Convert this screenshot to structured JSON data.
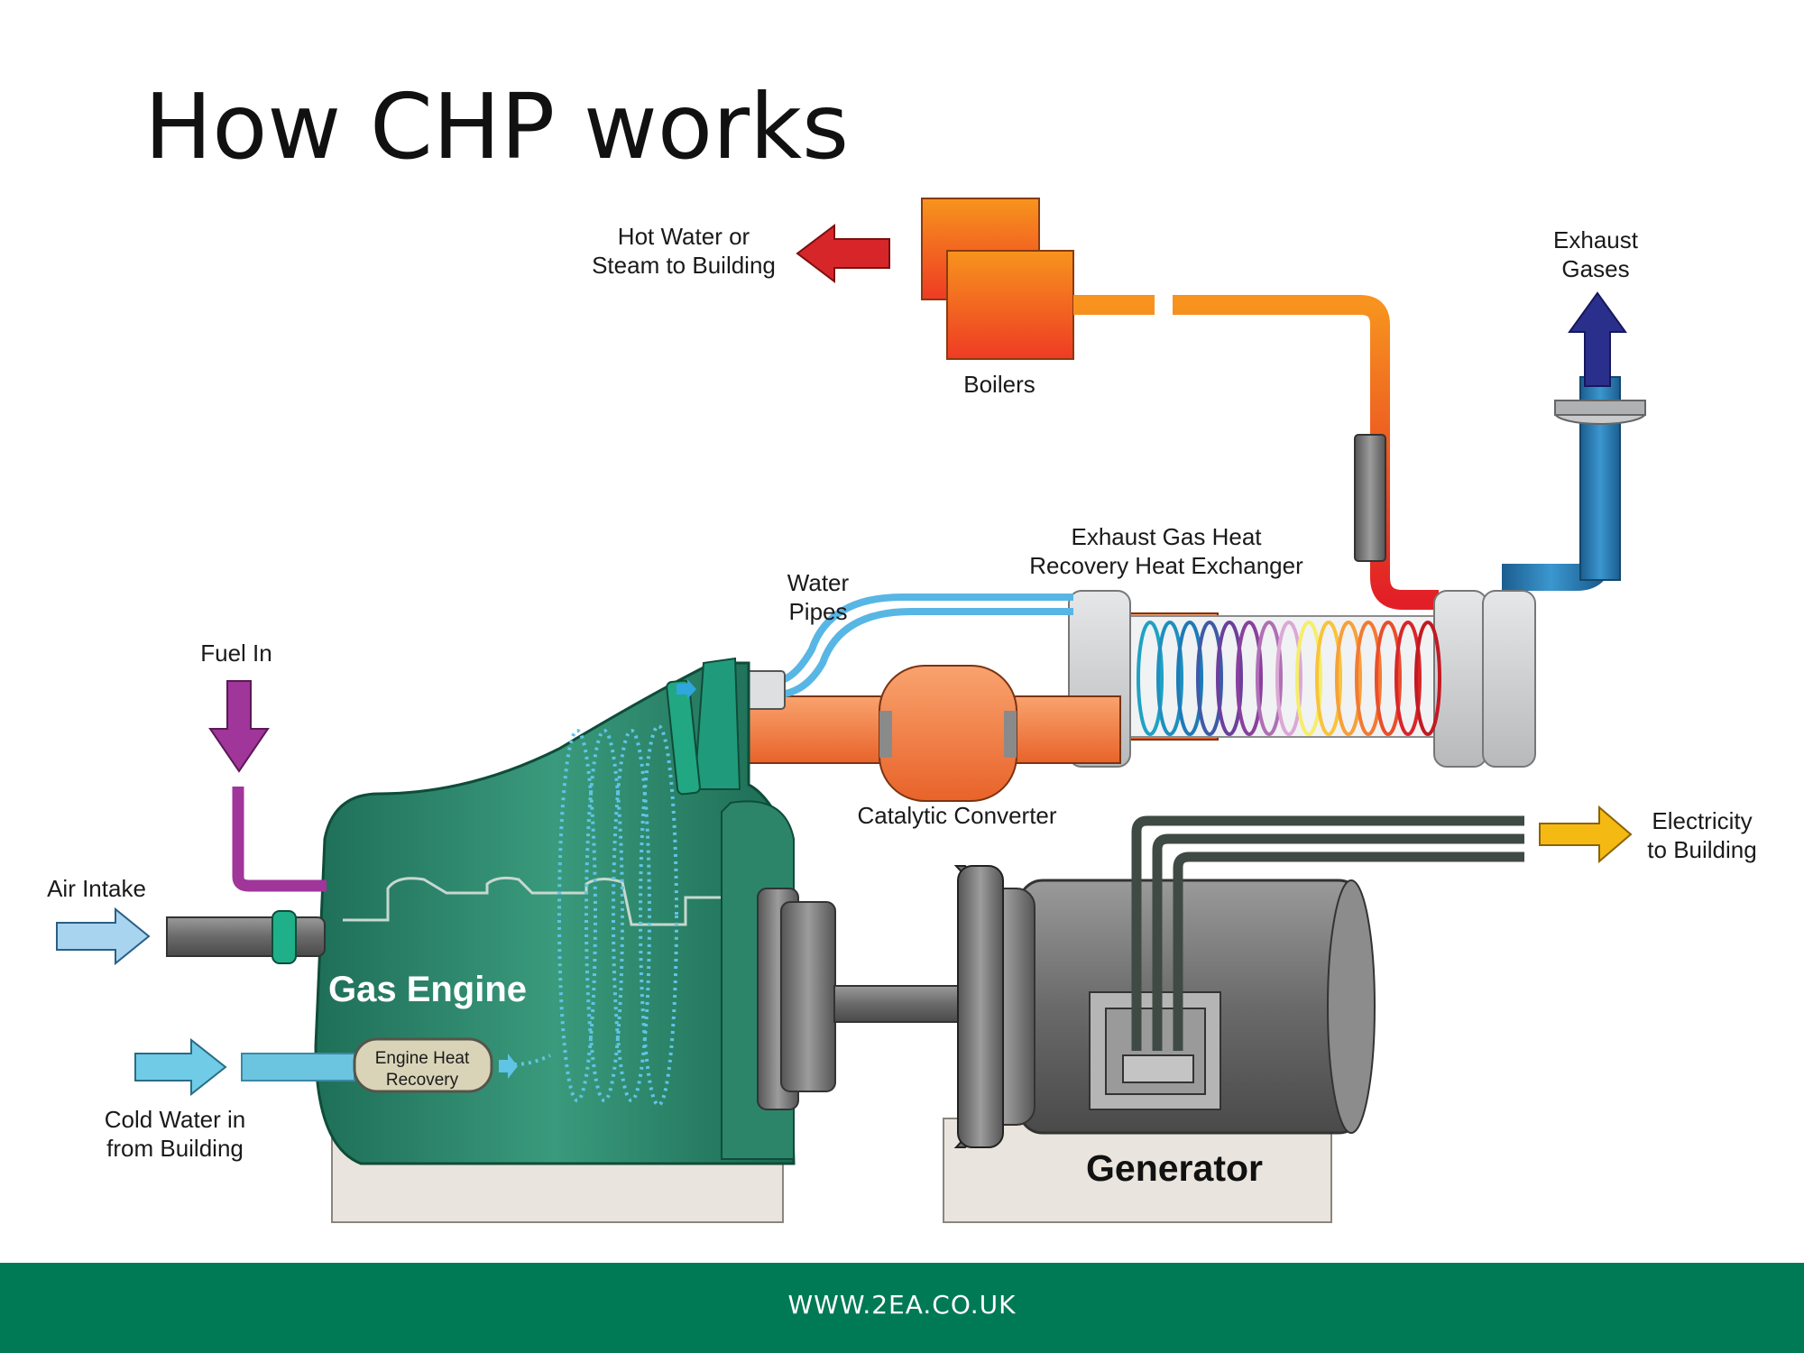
{
  "title": "How CHP works",
  "footer": {
    "url": "WWW.2EA.CO.UK",
    "background": "#007a54"
  },
  "labels": {
    "hot_water": [
      "Hot Water or",
      "Steam to Building"
    ],
    "boilers": "Boilers",
    "exhaust_gases": [
      "Exhaust",
      "Gases"
    ],
    "exhaust_heat_exchanger": [
      "Exhaust Gas Heat",
      "Recovery Heat Exchanger"
    ],
    "water_pipes": [
      "Water",
      "Pipes"
    ],
    "fuel_in": "Fuel In",
    "catalytic_converter": "Catalytic Converter",
    "electricity": [
      "Electricity",
      "to Building"
    ],
    "air_intake": "Air Intake",
    "gas_engine": "Gas Engine",
    "engine_heat_recovery": [
      "Engine Heat",
      "Recovery"
    ],
    "cold_water": [
      "Cold Water in",
      "from Building"
    ],
    "generator": "Generator"
  },
  "colors": {
    "engine": "#2f8a6e",
    "hot_water_arrow": "#d7262a",
    "exhaust_arrow": "#2a2f8c",
    "fuel_arrow": "#a0359a",
    "electricity_arrow": "#f5b914",
    "air_arrow": "#a9d4f0",
    "cold_water_arrow": "#6fcbe6",
    "generator": "#7f7f7f",
    "catalytic_converter": "#f07a3f",
    "boiler": "#f7931e"
  }
}
